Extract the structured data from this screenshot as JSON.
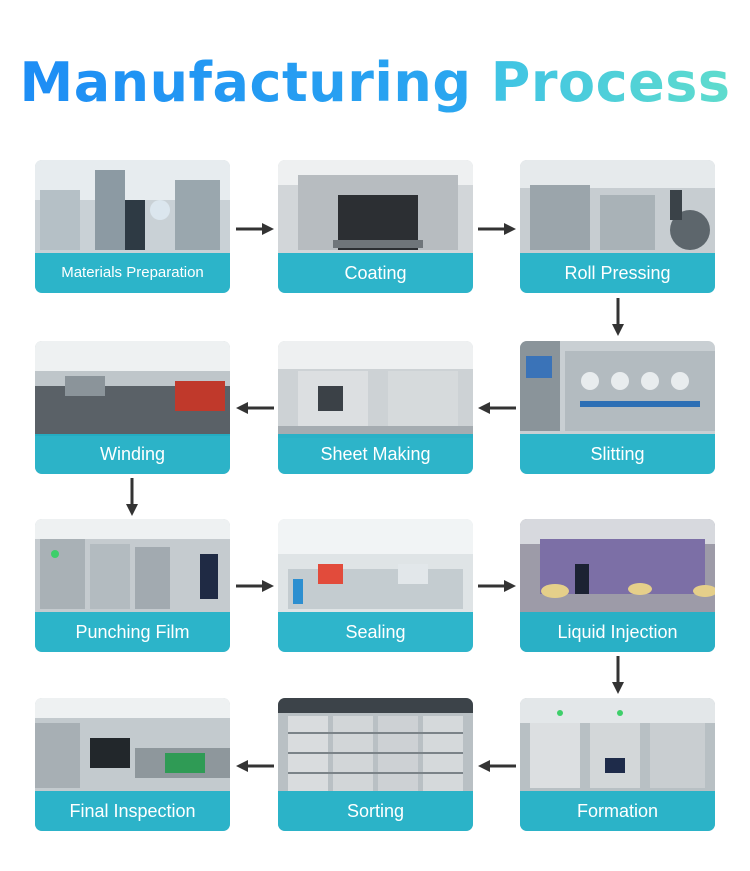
{
  "title": {
    "part1": "Manufacturing",
    "part2": "Process"
  },
  "steps": [
    {
      "label": "Materials Preparation",
      "photo": "mixing-tanks-photo"
    },
    {
      "label": "Coating",
      "photo": "coating-machine-photo"
    },
    {
      "label": "Roll Pressing",
      "photo": "roll-press-photo"
    },
    {
      "label": "Slitting",
      "photo": "slitting-machine-photo"
    },
    {
      "label": "Sheet Making",
      "photo": "sheet-line-photo"
    },
    {
      "label": "Winding",
      "photo": "winding-line-photo"
    },
    {
      "label": "Punching Film",
      "photo": "punching-machines-photo"
    },
    {
      "label": "Sealing",
      "photo": "sealing-line-photo"
    },
    {
      "label": "Liquid Injection",
      "photo": "glovebox-photo"
    },
    {
      "label": "Formation",
      "photo": "formation-cabinets-photo"
    },
    {
      "label": "Sorting",
      "photo": "sorting-racks-photo"
    },
    {
      "label": "Final Inspection",
      "photo": "inspection-line-photo"
    }
  ],
  "flow_arrows": [
    "arrow-right",
    "arrow-right",
    "arrow-down",
    "arrow-left",
    "arrow-left",
    "arrow-down",
    "arrow-right",
    "arrow-right",
    "arrow-down",
    "arrow-left",
    "arrow-left"
  ],
  "colors": {
    "title_blue": "#1d8df5",
    "title_teal": "#5fdccd",
    "label_bar": "#20b2c8",
    "arrow": "#333333"
  }
}
